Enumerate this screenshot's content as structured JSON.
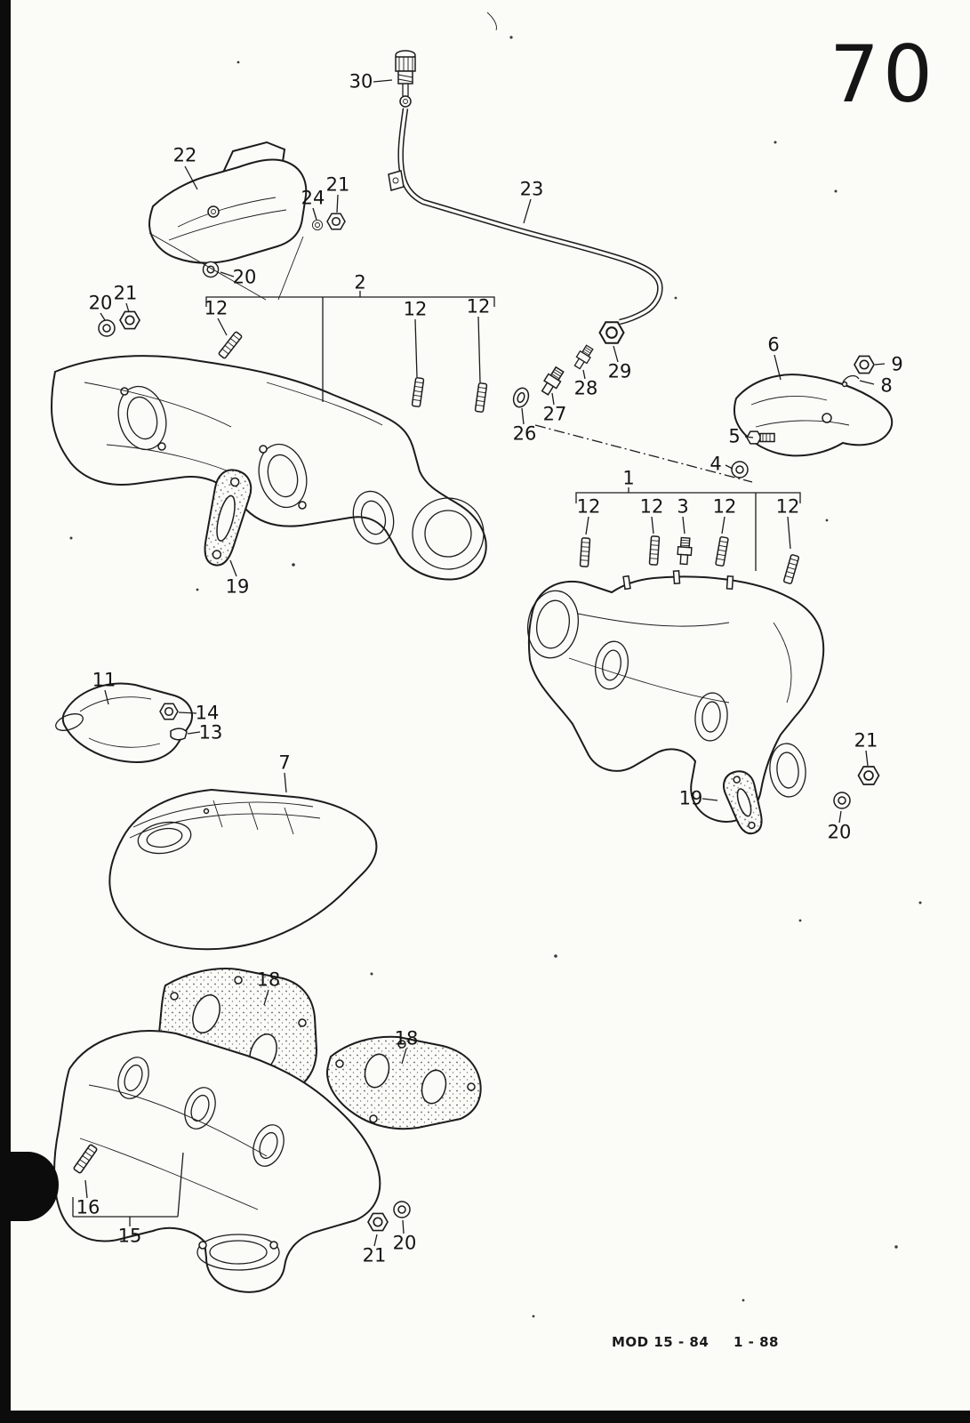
{
  "page": {
    "number": "70",
    "footer": {
      "model_code": "MOD 15 - 84",
      "date_code": "1 - 88"
    }
  },
  "callouts": [
    {
      "id": "30",
      "label": "30"
    },
    {
      "id": "22",
      "label": "22"
    },
    {
      "id": "24",
      "label": "24"
    },
    {
      "id": "21a",
      "label": "21"
    },
    {
      "id": "23",
      "label": "23"
    },
    {
      "id": "20a",
      "label": "20"
    },
    {
      "id": "2",
      "label": "2"
    },
    {
      "id": "20b",
      "label": "20"
    },
    {
      "id": "21b",
      "label": "21"
    },
    {
      "id": "12a",
      "label": "12"
    },
    {
      "id": "12b",
      "label": "12"
    },
    {
      "id": "12c",
      "label": "12"
    },
    {
      "id": "29",
      "label": "29"
    },
    {
      "id": "28",
      "label": "28"
    },
    {
      "id": "27",
      "label": "27"
    },
    {
      "id": "26",
      "label": "26"
    },
    {
      "id": "6",
      "label": "6"
    },
    {
      "id": "9",
      "label": "9"
    },
    {
      "id": "8",
      "label": "8"
    },
    {
      "id": "5",
      "label": "5"
    },
    {
      "id": "4",
      "label": "4"
    },
    {
      "id": "1",
      "label": "1"
    },
    {
      "id": "12d",
      "label": "12"
    },
    {
      "id": "12e",
      "label": "12"
    },
    {
      "id": "3",
      "label": "3"
    },
    {
      "id": "12f",
      "label": "12"
    },
    {
      "id": "12g",
      "label": "12"
    },
    {
      "id": "19a",
      "label": "19"
    },
    {
      "id": "11",
      "label": "11"
    },
    {
      "id": "14",
      "label": "14"
    },
    {
      "id": "13",
      "label": "13"
    },
    {
      "id": "7",
      "label": "7"
    },
    {
      "id": "21c",
      "label": "21"
    },
    {
      "id": "19b",
      "label": "19"
    },
    {
      "id": "20c",
      "label": "20"
    },
    {
      "id": "18a",
      "label": "18"
    },
    {
      "id": "18b",
      "label": "18"
    },
    {
      "id": "16",
      "label": "16"
    },
    {
      "id": "15",
      "label": "15"
    },
    {
      "id": "21d",
      "label": "21"
    },
    {
      "id": "20d",
      "label": "20"
    }
  ]
}
